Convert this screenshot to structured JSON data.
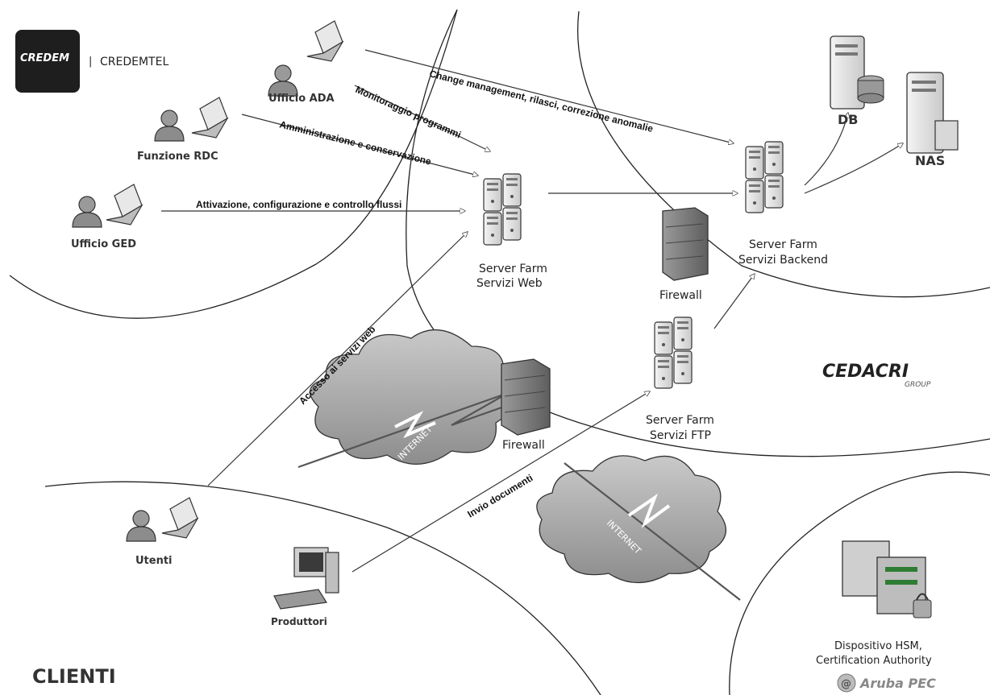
{
  "header": {
    "credem_logo_text": "CREDEM",
    "credem_sep": "|",
    "credem_brand": "CREDEMTEL"
  },
  "actors": {
    "ufficio_ada": "Ufficio ADA",
    "funzione_rdc": "Funzione RDC",
    "ufficio_ged": "Ufficio GED",
    "utenti": "Utenti",
    "produttori": "Produttori"
  },
  "flows": {
    "change_mgmt": "Change management, rilasci, correzione anomalie",
    "monitoraggio": "Monitoraggio programmi",
    "amministrazione": "Amministrazione e conservazione",
    "attivazione": "Attivazione, configurazione e controllo flussi",
    "accesso_web": "Accesso ai servizi web",
    "invio_documenti": "Invio documenti"
  },
  "nodes": {
    "web_farm": [
      "Server Farm",
      "Servizi Web"
    ],
    "backend_farm": [
      "Server Farm",
      "Servizi Backend"
    ],
    "ftp_farm": [
      "Server Farm",
      "Servizi FTP"
    ],
    "firewall_internal": "Firewall",
    "firewall_internet": "Firewall",
    "db": "DB",
    "nas": "NAS",
    "internet_1": "INTERNET",
    "internet_2": "INTERNET",
    "hsm": [
      "Dispositivo HSM,",
      "Certification Authority"
    ]
  },
  "zones": {
    "clienti": "CLIENTI",
    "cedacri": "CEDACRI",
    "cedacri_sub": "GROUP",
    "aruba": "Aruba PEC"
  }
}
